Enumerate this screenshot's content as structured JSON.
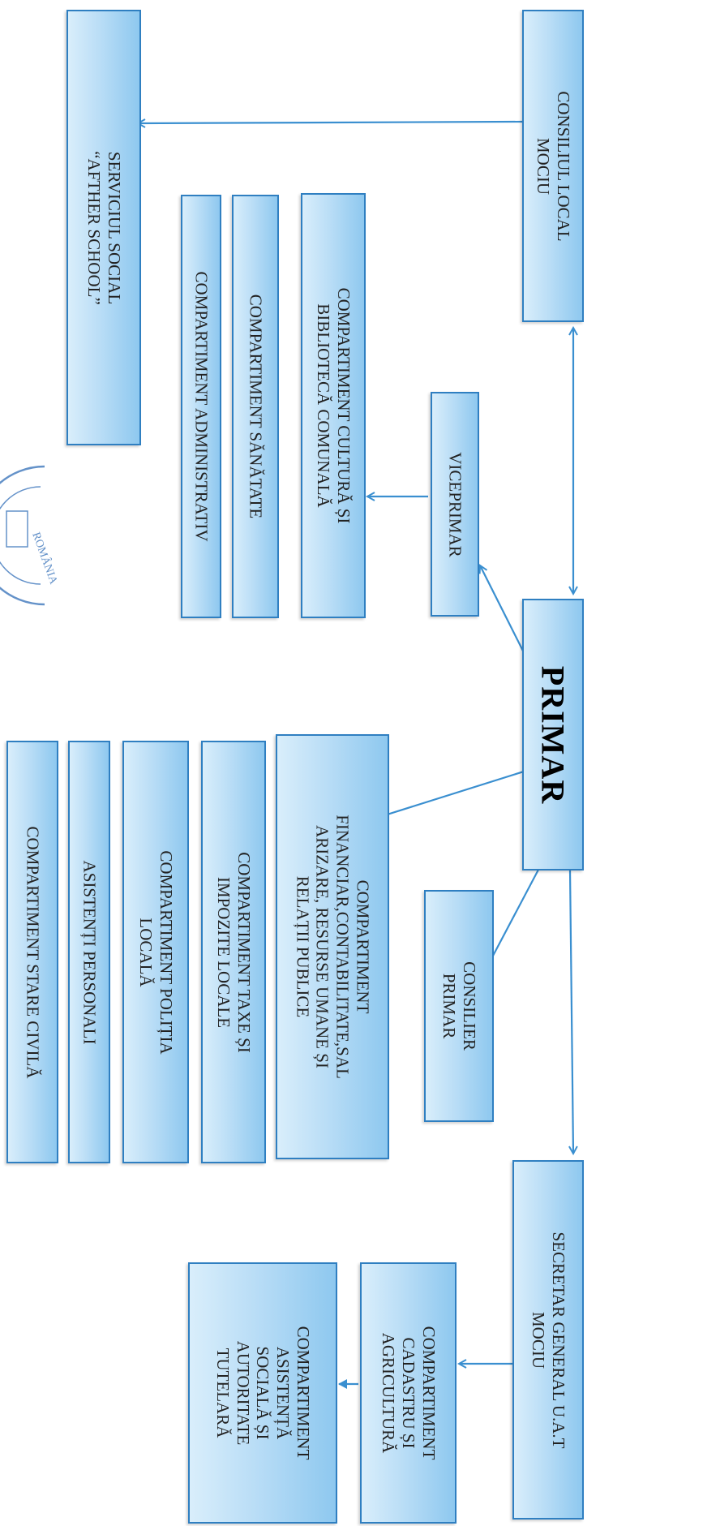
{
  "boxes": {
    "consiliul_local": [
      "CONSILIUL LOCAL",
      "MOCIU"
    ],
    "serviciul_social": [
      "SERVICIUL SOCIAL",
      "“AFTHER SCHOOL”"
    ],
    "cultura": [
      "COMPARTIMENT CULTURĂ ȘI",
      "BIBLIOTECĂ COMUNALĂ"
    ],
    "sanatate": [
      "COMPARTIMENT SĂNĂTATE"
    ],
    "administrativ": [
      "COMPARTIMENT ADMINISTRATIV"
    ],
    "viceprimar": [
      "VICEPRIMAR"
    ],
    "primar": [
      "PRIMAR"
    ],
    "financiar": [
      "COMPARTIMENT",
      "FINANCIAR,CONTABILITATE,SAL",
      "ARIZARE, RESURSE UMANE ȘI",
      "RELAȚII PUBLICE"
    ],
    "consilier": [
      "CONSILIER",
      "PRIMAR"
    ],
    "taxe": [
      "COMPARTIMENT TAXE ȘI",
      "IMPOZITE LOCALE"
    ],
    "politia": [
      "COMPARTIMENT POLIȚIA",
      "LOCALĂ"
    ],
    "asistenti": [
      "ASISTENȚI PERSONALI"
    ],
    "stare_civila": [
      "COMPARTIMENT STARE CIVILĂ"
    ],
    "secretar": [
      "SECRETAR GENERAL U.A.T",
      "MOCIU"
    ],
    "cadastru": [
      "COMPARTIMENT",
      "CADASTRU ȘI",
      "AGRICULTURĂ"
    ],
    "asistenta_sociala": [
      "COMPARTIMENT",
      "ASISTENȚĂ",
      "SOCIALĂ ȘI",
      "AUTORITATE",
      "TUTELARĂ"
    ]
  },
  "seal": {
    "text": "ROMÂNIA"
  },
  "colors": {
    "box_border": "#2f7fc1",
    "box_fill": "#b9ddf6",
    "connector": "#3a8fd0"
  }
}
